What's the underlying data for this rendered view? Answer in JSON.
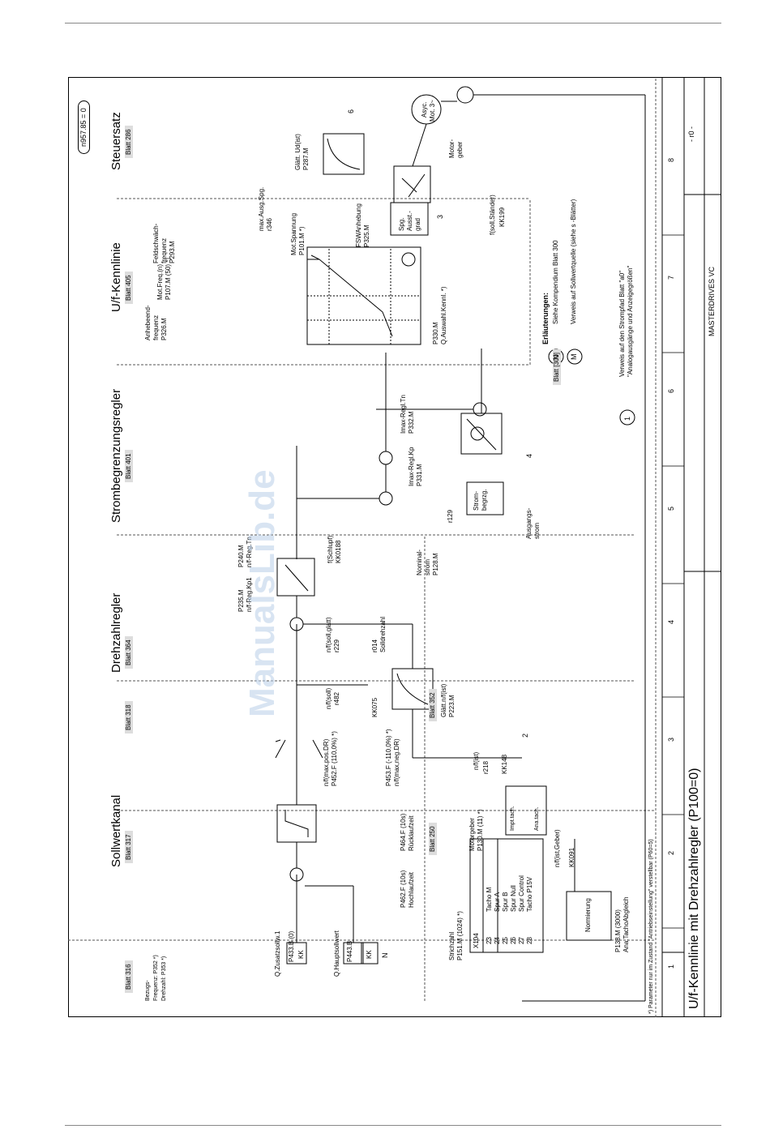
{
  "header": {
    "param": "n957.85 = 0"
  },
  "sections": [
    {
      "title": "Sollwertkanal",
      "sheets": [
        "Blatt 316",
        "Blatt 317"
      ]
    },
    {
      "title": "Drehzahlregler",
      "sheets": [
        "Blatt 318",
        "Blatt 364"
      ]
    },
    {
      "title": "Strombegrenzungsregler",
      "sheets": [
        "Blatt 401"
      ]
    },
    {
      "title": "U/f-Kennlinie",
      "sheets": [
        "Blatt 405"
      ]
    },
    {
      "title": "Steuersatz",
      "sheets": [
        "Blatt 286"
      ]
    }
  ],
  "sheet_extra": {
    "s250": "Blatt 250",
    "s352": "Blatt 352"
  },
  "bezug": {
    "title": "Bezugs-",
    "f": "Frequenz:  P352 *)",
    "n": "Drehzahl:  P353 *)"
  },
  "inputs": {
    "zus_label": "Q.Zusatzsollw.1",
    "zus_param": "P433.B (0)",
    "zus_kk": "KK",
    "haupt_label": "Q.Hauptsollwert",
    "haupt_param": "P443.B",
    "haupt_kk": "KK",
    "n_circle": "N"
  },
  "ramp": {
    "hoch1": "P462.F (10s)",
    "hoch2": "Hochlaufzeit",
    "rueck1": "P464.F (10s)",
    "rueck2": "Rücklaufzeit"
  },
  "limits": {
    "pos1": "n/f(max,pos.DR)",
    "pos2": "P452.F (110,0%) *)",
    "neg1": "P453.F (-110,0%) *)",
    "neg2": "n/f(max,neg.DR)"
  },
  "speed": {
    "nsoll": "n/f(soll)",
    "r482": "r482",
    "kk075": "KK075",
    "nglatt": "n/f(soll,glatt)",
    "r229": "r229",
    "r014": "r014",
    "solldrehzahl": "Solldrehzahl"
  },
  "preg": {
    "p235": "P235.M",
    "kp": "n/f-Reg.Kp1",
    "p240": "P240.M",
    "tn": "n/f-Reg.Tn"
  },
  "filt": {
    "label": "Glätt.n/f(ist)",
    "param": "P223.M"
  },
  "actual": {
    "label": "n/f(ist)",
    "r218": "r218",
    "kk148": "KK148",
    "c2": "2",
    "ngeber": "n/f(ist,Geber)",
    "kk091": "KK091"
  },
  "encoder": {
    "strich": "Strichzahl",
    "p151": "P151.M (1024) *)",
    "x104": "X104",
    "pins": [
      "23",
      "24",
      "25",
      "26",
      "27",
      "28"
    ],
    "signals": [
      "Tacho M",
      "Spur A",
      "Spur B",
      "Spur Null",
      "Spur Control",
      "Tacho P15V"
    ],
    "norm": "Normierung",
    "p138": "P138.M (3000)",
    "anatacho": "Ana.TachoAbgleich",
    "motorgeber": "Motorgeber",
    "p130": "P130.M (11) *)",
    "impt": "Impt.tach.",
    "anat": "Ana.tach."
  },
  "curlim": {
    "schlupf": "f(Schlupf)",
    "kk0188": "KK0188",
    "nominal1": "Nominal-",
    "nominal2": "strom",
    "p128": "P128.M",
    "r129": "r129",
    "strom1": "Strom-",
    "strom2": "begrzg.",
    "ausgang1": "Ausgangs-",
    "ausgang2": "strom",
    "c4": "4",
    "kp1": "Imax-Regl.Kp",
    "kp2": "P331.M",
    "tn1": "Imax-Regl.Tn",
    "tn2": "P332.M"
  },
  "uf": {
    "anh1": "Anhebeend-",
    "anh2": "frequenz",
    "anh3": "P326.M",
    "mot1": "Mot.Freq.(n)",
    "mot2": "P107.M  (50) *)",
    "feld1": "Feldschwäch-",
    "feld2": "frequenz",
    "feld3": "P293.M",
    "mspan1": "Mot.Spannung",
    "mspan2": "P101.M *)",
    "maxa1": "max.Ausg.Spg.",
    "maxa2": "r346",
    "fsw1": "FSWAnhebung",
    "fsw2": "P325.M",
    "q1": "P330.M",
    "q2": "Q.Auswahl.Kennl. *)",
    "spg1": "Spg.",
    "spg2": "Ausst.-",
    "spg3": "grad",
    "c3": "3"
  },
  "steuer": {
    "gl1": "Glätt. Ud(ist)",
    "gl2": "P287.M",
    "c6": "6",
    "asyc1": "Asyc.",
    "asyc2": "Mot. 3~",
    "fs": "f(soll,Ständer)",
    "kk199": "KK199",
    "mg1": "Motor-",
    "mg2": "geber"
  },
  "legend": {
    "title": "Erläuterungen:",
    "blatt": "Blatt [300]",
    "blatt_txt": "Siehe Kompendium  Blatt 300",
    "nm_txt": "Verweis auf Sollwertquelle (siehe s  -Blätter)",
    "n": "N",
    "m": "M",
    "one": "1",
    "ref1": "Verweis auf den Strompfad Blatt \"a0\"",
    "ref2": "\"Analogausgänge und Anzeigegrößen\""
  },
  "footnote": "*) Parameter nur im Zustand \"Antriebseinstellung\" verstellbar (P60=5)",
  "footer": {
    "title": "U/f-Kennlinie mit Drehzahlregler (P100=0)",
    "product": "MASTERDRIVES VC",
    "page": "- r0 -",
    "cols": [
      "1",
      "2",
      "3",
      "4",
      "5",
      "6",
      "7",
      "8"
    ]
  },
  "watermark": "ManualsLib.de"
}
